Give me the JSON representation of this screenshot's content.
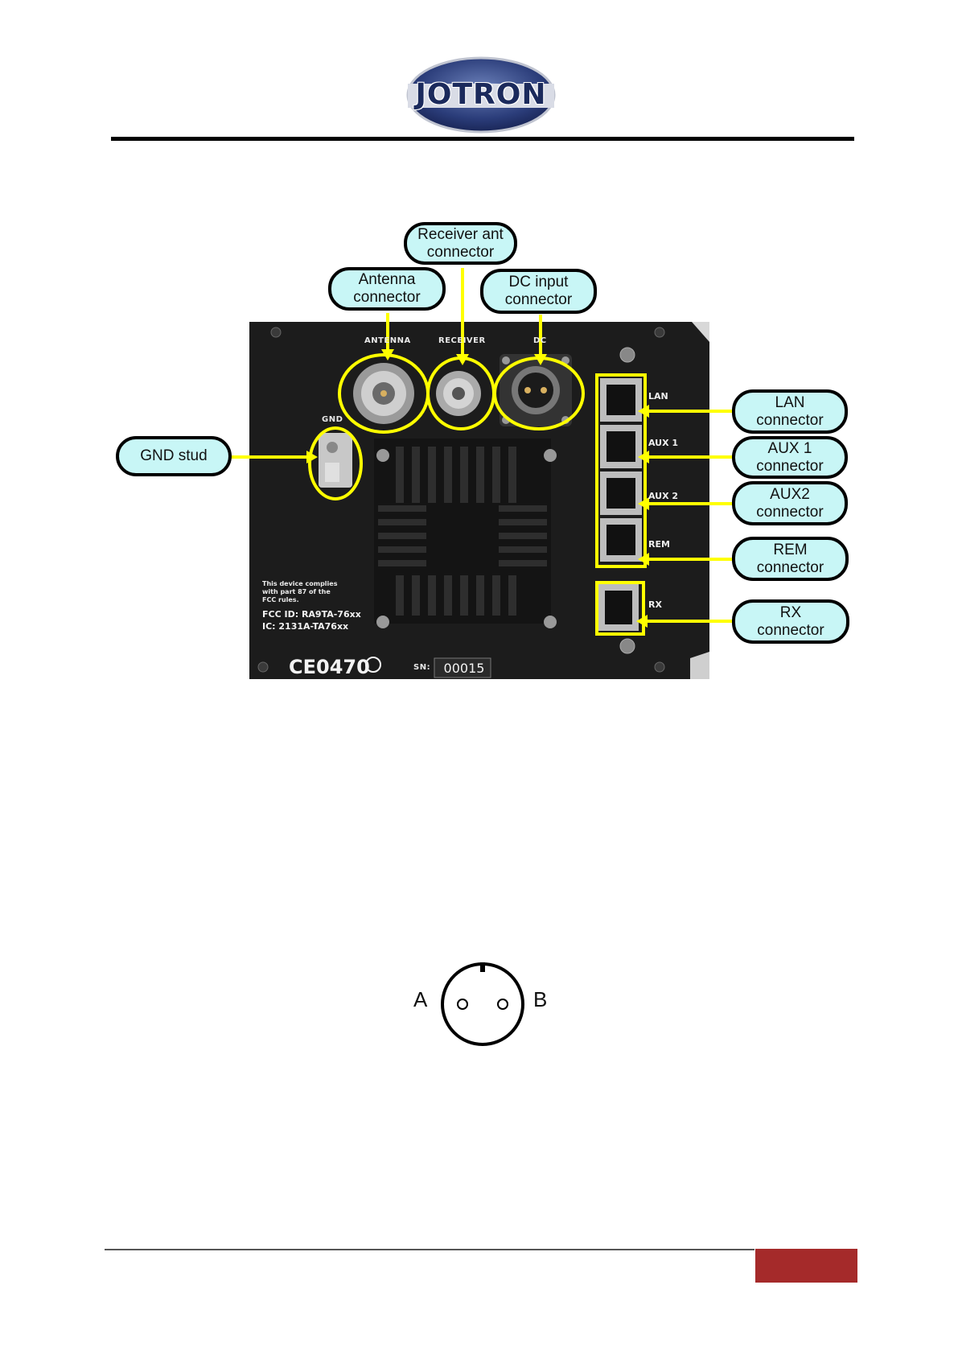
{
  "header": {
    "logo_text": "JOTRON"
  },
  "figure": {
    "callouts": {
      "receiver": [
        "Receiver ant",
        "connector"
      ],
      "antenna": [
        "Antenna",
        "connector"
      ],
      "dc": [
        "DC input",
        "connector"
      ],
      "gnd": [
        "GND stud"
      ],
      "lan": [
        "LAN",
        "connector"
      ],
      "aux1": [
        "AUX 1",
        "connector"
      ],
      "aux2": [
        "AUX2",
        "connector"
      ],
      "rem": [
        "REM",
        "connector"
      ],
      "rx": [
        "RX",
        "connector"
      ]
    },
    "panel_labels": {
      "antenna": "ANTENNA",
      "receiver": "RECEIVER",
      "dc": "DC",
      "gnd": "GND"
    },
    "port_labels": {
      "lan": "LAN",
      "aux1": "AUX 1",
      "aux2": "AUX 2",
      "rem": "REM",
      "rx": "RX"
    },
    "compliance": [
      "This device complies",
      "with part 87 of the",
      "FCC rules."
    ],
    "fcc_id": "FCC ID: RA9TA-76xx",
    "ic": "IC: 2131A-TA76xx",
    "ce_mark": "CE0470",
    "sn_label": "SN:",
    "sn_value": "00015",
    "colors": {
      "callout_fill": "#c8f6f6",
      "highlight": "#ffff00",
      "panel": "#1c1c1c"
    }
  },
  "connector_diagram": {
    "pin_a": "A",
    "pin_b": "B"
  },
  "footer": {
    "accent_color": "#a52a2a"
  }
}
